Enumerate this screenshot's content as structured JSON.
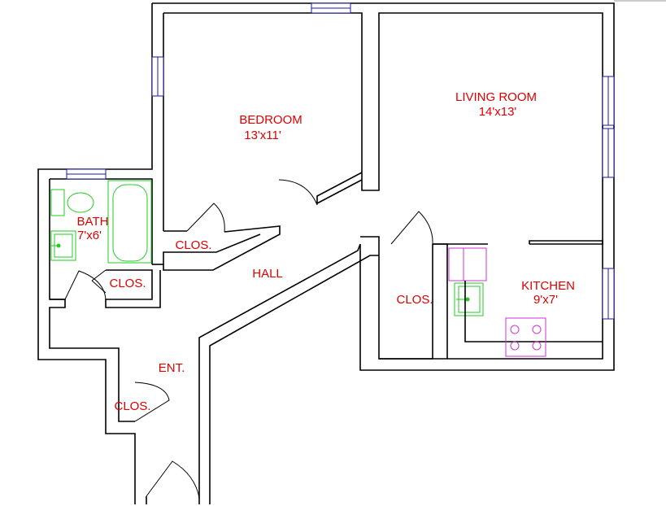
{
  "rooms": {
    "living_room": {
      "name": "LIVING ROOM",
      "size": "14'x13'"
    },
    "bedroom": {
      "name": "BEDROOM",
      "size": "13'x11'"
    },
    "bath": {
      "name": "BATH",
      "size": "7'x6'"
    },
    "kitchen": {
      "name": "KITCHEN",
      "size": "9'x7'"
    },
    "hall": {
      "name": "HALL"
    },
    "entry": {
      "name": "ENT."
    },
    "closets": [
      "CLOS.",
      "CLOS.",
      "CLOS.",
      "CLOS."
    ]
  },
  "colors": {
    "walls": "#000000",
    "labels": "#dd0000",
    "windows": "#1a1aa6",
    "bath_fixtures": "#22cc22",
    "kitchen_appliances": "#cc33cc"
  }
}
